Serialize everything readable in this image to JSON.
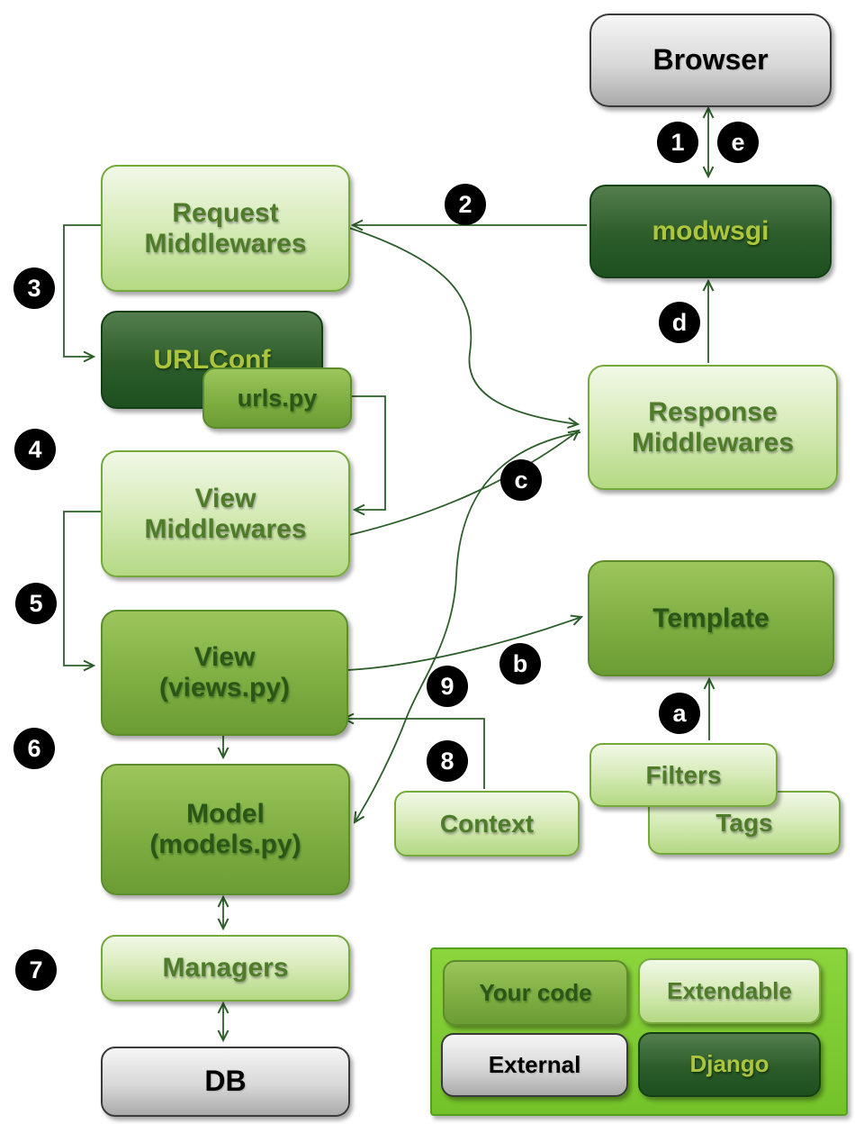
{
  "nodes": {
    "browser": {
      "label": "Browser"
    },
    "modwsgi": {
      "label": "modwsgi"
    },
    "request_mw": {
      "line1": "Request",
      "line2": "Middlewares"
    },
    "urlconf": {
      "label": "URLConf"
    },
    "urlspy": {
      "label": "urls.py"
    },
    "view_mw": {
      "line1": "View",
      "line2": "Middlewares"
    },
    "view": {
      "line1": "View",
      "line2": "(views.py)"
    },
    "model": {
      "line1": "Model",
      "line2": "(models.py)"
    },
    "managers": {
      "label": "Managers"
    },
    "db": {
      "label": "DB"
    },
    "response_mw": {
      "line1": "Response",
      "line2": "Middlewares"
    },
    "template": {
      "label": "Template"
    },
    "filters": {
      "label": "Filters"
    },
    "tags": {
      "label": "Tags"
    },
    "context": {
      "label": "Context"
    }
  },
  "badges": {
    "b1": "1",
    "b2": "2",
    "b3": "3",
    "b4": "4",
    "b5": "5",
    "b6": "6",
    "b7": "7",
    "b8": "8",
    "b9": "9",
    "ba": "a",
    "bb": "b",
    "bc": "c",
    "bd": "d",
    "be": "e"
  },
  "legend": {
    "items": [
      {
        "label": "Your code",
        "style": "medium"
      },
      {
        "label": "Extendable",
        "style": "light"
      },
      {
        "label": "External",
        "style": "gray"
      },
      {
        "label": "Django",
        "style": "dark"
      }
    ]
  },
  "edges": [
    {
      "label": "1",
      "from": "Browser",
      "to": "modwsgi",
      "bidirectional": true
    },
    {
      "label": "2",
      "from": "modwsgi",
      "to": "Request Middlewares"
    },
    {
      "label": "3",
      "from": "Request Middlewares",
      "to": "URLConf"
    },
    {
      "label": "4",
      "from": "urls.py",
      "to": "View Middlewares"
    },
    {
      "label": "5",
      "from": "View Middlewares",
      "to": "View (views.py)"
    },
    {
      "label": "6",
      "from": "View (views.py)",
      "to": "Model (models.py)"
    },
    {
      "label": "7",
      "from": "Model (models.py)",
      "to": "Managers",
      "bidirectional": true
    },
    {
      "label": "7",
      "from": "Managers",
      "to": "DB",
      "bidirectional": true
    },
    {
      "label": "8",
      "from": "Context",
      "to": "View (views.py)"
    },
    {
      "label": "9",
      "from": "Response Middlewares",
      "to": "Model (models.py)"
    },
    {
      "label": "a",
      "from": "Filters",
      "to": "Template"
    },
    {
      "label": "b",
      "from": "View (views.py)",
      "to": "Template"
    },
    {
      "label": "c",
      "from": "Request Middlewares",
      "to": "Response Middlewares"
    },
    {
      "label": "c",
      "from": "View Middlewares",
      "to": "Response Middlewares"
    },
    {
      "label": "d",
      "from": "Response Middlewares",
      "to": "modwsgi"
    },
    {
      "label": "e",
      "from": "modwsgi",
      "to": "Browser"
    }
  ],
  "colors": {
    "box_light": "#cde6a8",
    "box_medium": "#7fae42",
    "box_dark": "#2c5c2a",
    "box_gray": "#d8d8d8",
    "legend_panel": "#7fcd32",
    "arrow": "#2c5e2a",
    "badge_bg": "#000000",
    "badge_fg": "#ffffff"
  }
}
